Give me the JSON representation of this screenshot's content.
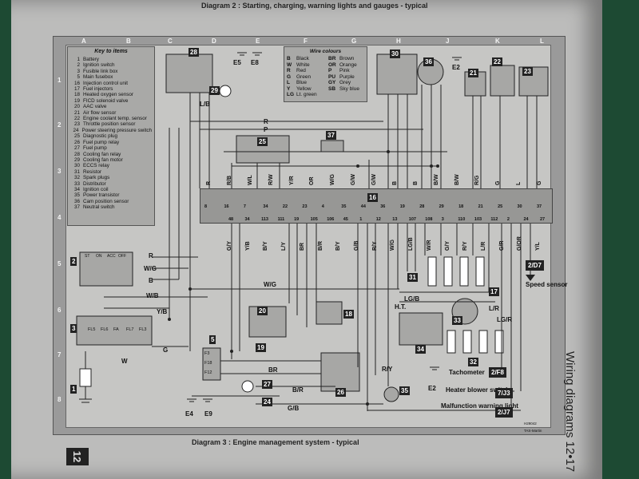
{
  "captions": {
    "top": "Diagram 2 : Starting, charging, warning lights and gauges - typical",
    "bottom": "Diagram 3 : Engine management system - typical",
    "page_number": "12",
    "side_title": "Wiring diagrams  12•17"
  },
  "key": {
    "title": "Key to items",
    "items": [
      {
        "num": "1",
        "label": "Battery"
      },
      {
        "num": "2",
        "label": "Ignition switch"
      },
      {
        "num": "3",
        "label": "Fusible link box"
      },
      {
        "num": "5",
        "label": "Main fusebox"
      },
      {
        "num": "16",
        "label": "Injection control unit"
      },
      {
        "num": "17",
        "label": "Fuel injectors"
      },
      {
        "num": "18",
        "label": "Heated oxygen sensor"
      },
      {
        "num": "19",
        "label": "FICD solenoid valve"
      },
      {
        "num": "20",
        "label": "AAC valve"
      },
      {
        "num": "21",
        "label": "Air flow sensor"
      },
      {
        "num": "22",
        "label": "Engine coolant temp. sensor"
      },
      {
        "num": "23",
        "label": "Throttle position sensor"
      },
      {
        "num": "24",
        "label": "Power steering pressure switch"
      },
      {
        "num": "25",
        "label": "Diagnostic plug"
      },
      {
        "num": "26",
        "label": "Fuel pump relay"
      },
      {
        "num": "27",
        "label": "Fuel pump"
      },
      {
        "num": "28",
        "label": "Cooling fan relay"
      },
      {
        "num": "29",
        "label": "Cooling fan motor"
      },
      {
        "num": "30",
        "label": "ECCS relay"
      },
      {
        "num": "31",
        "label": "Resistor"
      },
      {
        "num": "32",
        "label": "Spark plugs"
      },
      {
        "num": "33",
        "label": "Distributor"
      },
      {
        "num": "34",
        "label": "Ignition coil"
      },
      {
        "num": "35",
        "label": "Power transistor"
      },
      {
        "num": "36",
        "label": "Cam position sensor"
      },
      {
        "num": "37",
        "label": "Neutral switch"
      }
    ]
  },
  "wire_colours": {
    "title": "Wire colours",
    "rows": [
      {
        "c1": "B",
        "n1": "Black",
        "c2": "BR",
        "n2": "Brown"
      },
      {
        "c1": "W",
        "n1": "White",
        "c2": "OR",
        "n2": "Orange"
      },
      {
        "c1": "R",
        "n1": "Red",
        "c2": "P",
        "n2": "Pink"
      },
      {
        "c1": "G",
        "n1": "Green",
        "c2": "PU",
        "n2": "Purple"
      },
      {
        "c1": "L",
        "n1": "Blue",
        "c2": "GY",
        "n2": "Grey"
      },
      {
        "c1": "Y",
        "n1": "Yellow",
        "c2": "SB",
        "n2": "Sky blue"
      },
      {
        "c1": "LG",
        "n1": "Lt. green",
        "c2": "",
        "n2": ""
      }
    ]
  },
  "grid": {
    "columns": [
      "A",
      "B",
      "C",
      "D",
      "E",
      "F",
      "G",
      "H",
      "J",
      "K",
      "L"
    ],
    "rows": [
      "1",
      "2",
      "3",
      "4",
      "5",
      "6",
      "7",
      "8"
    ]
  },
  "components": {
    "c1": "1",
    "c2": "2",
    "c3": "3",
    "c5": "5",
    "c16": "16",
    "c17": "17",
    "c18": "18",
    "c19": "19",
    "c20": "20",
    "c21": "21",
    "c22": "22",
    "c23": "23",
    "c24": "24",
    "c25": "25",
    "c26": "26",
    "c27": "27",
    "c28": "28",
    "c29": "29",
    "c30": "30",
    "c31": "31",
    "c32": "32",
    "c33": "33",
    "c34": "34",
    "c35": "35",
    "c36": "36",
    "c37": "37"
  },
  "earths": {
    "e2a": "E2",
    "e2b": "E2",
    "e4": "E4",
    "e5": "E5",
    "e8": "E8",
    "e9": "E9"
  },
  "ignition_switch": {
    "positions": [
      "ST",
      "ON",
      "ACC",
      "OFF"
    ]
  },
  "fusible_links": [
    "FL5",
    "FL6",
    "FA",
    "FL7",
    "FL3"
  ],
  "fuse_5": [
    "F3",
    "F18",
    "F12"
  ],
  "external_refs": {
    "speed_ref": "2/D7",
    "speed_label": "Speed sensor",
    "tacho_ref": "2/F8",
    "tacho_label": "Tachometer",
    "heater_ref": "7/J3",
    "heater_label": "Heater blower switch",
    "malf_ref": "2/J7",
    "malf_label": "Malfunction warning light",
    "ht_label": "H.T."
  },
  "ecu": {
    "top_wires": [
      "R",
      "R/B",
      "W/L",
      "R/W",
      "Y/R",
      "OR",
      "W/G",
      "G/W",
      "G/W",
      "B",
      "B",
      "B/W",
      "B/W",
      "R/G",
      "G",
      "L",
      "G"
    ],
    "top_pins": [
      "8",
      "16",
      "7",
      "34",
      "22",
      "23",
      "4",
      "35",
      "44",
      "36",
      "19",
      "28",
      "29",
      "18",
      "21",
      "25",
      "30",
      "37"
    ],
    "bottom_pins": [
      "48",
      "34",
      "113",
      "111",
      "19",
      "105",
      "106",
      "45",
      "1",
      "12",
      "13",
      "107",
      "108",
      "3",
      "110",
      "103",
      "112",
      "2",
      "24",
      "27"
    ],
    "bottom_wires": [
      "G/Y",
      "Y/B",
      "B/Y",
      "L/Y",
      "BR",
      "B/R",
      "B/Y",
      "G/B",
      "R/Y",
      "W/G",
      "LG/B",
      "W/R",
      "G/Y",
      "R/Y",
      "L/R",
      "G/R",
      "G/OR",
      "Y/L"
    ]
  },
  "wire_labels": {
    "r": "R",
    "p": "P",
    "b": "B",
    "wg": "W/G",
    "wb": "W/B",
    "yb": "Y/B",
    "g": "G",
    "w": "W",
    "br": "BR",
    "bir": "B/R",
    "gb": "G/B",
    "lgb": "LG/B",
    "ry": "R/Y",
    "lr": "L/R",
    "lgr": "LG/R",
    "lb": "L/B"
  },
  "stamp": "H29042\nTAS-Martin"
}
